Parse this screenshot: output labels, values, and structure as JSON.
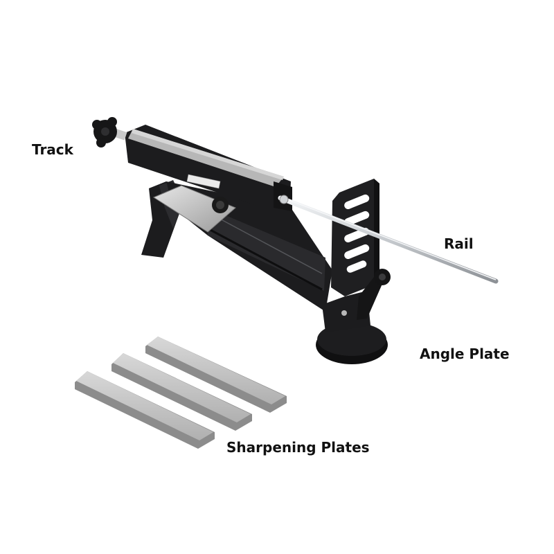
{
  "image": {
    "subject": "Knife sharpener system with fixed angle",
    "background_color": "#ffffff"
  },
  "labels": {
    "track": "Track",
    "rail": "Rail",
    "angle_plate": "Angle Plate",
    "sharpening_plates": "Sharpening Plates"
  },
  "parts": {
    "sharpening_plate_count": 3
  },
  "colors": {
    "body": "#1c1c1e",
    "body_highlight": "#3a3a3d",
    "stone": "#b9b9b9",
    "stone_light": "#d4d4d4",
    "stone_edge": "#8a8a8a",
    "metal_rod": "#dcdfe2",
    "label_text": "#111111"
  }
}
